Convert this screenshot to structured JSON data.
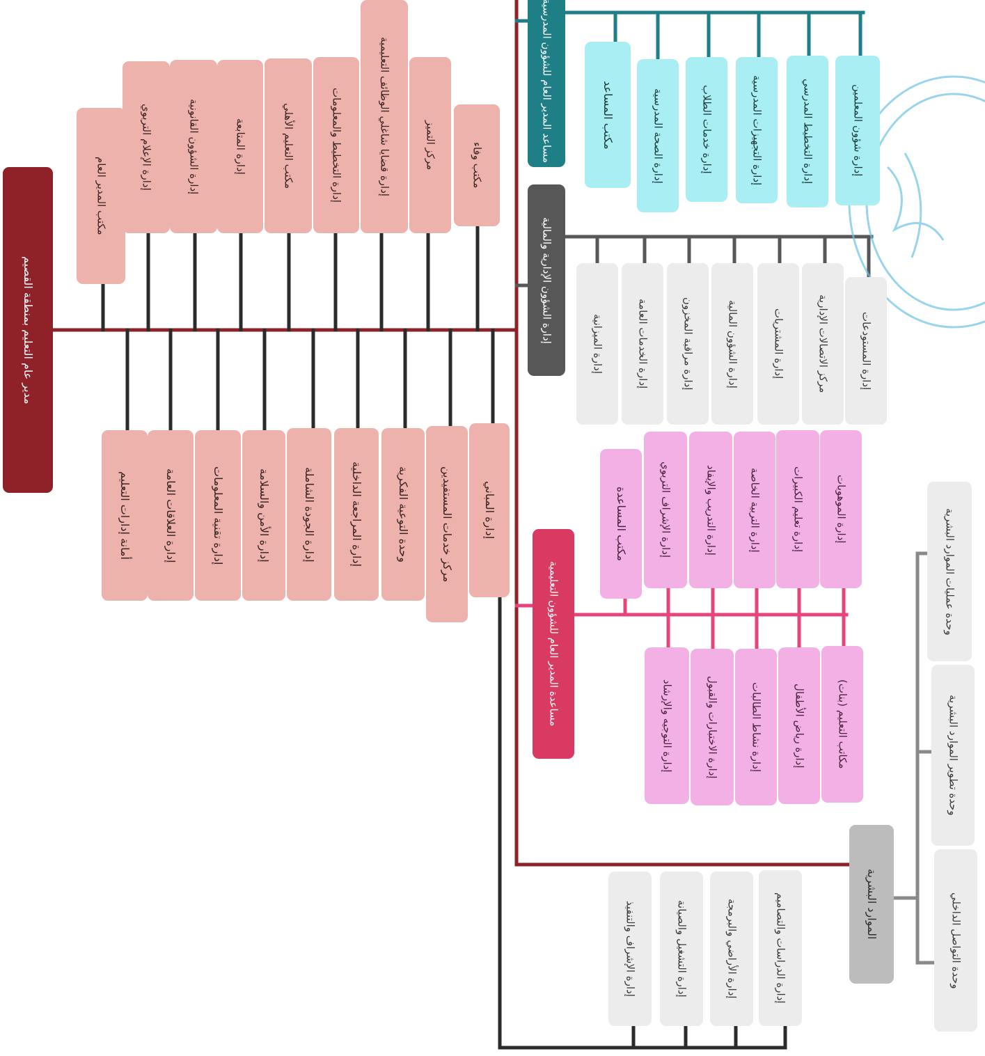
{
  "root": {
    "label": "مدير عام التعليم بمنطقة القصيم"
  },
  "top_offices": [
    "مكتب المدير العام",
    "إدارة الإعلام التربوي",
    "إدارة الشؤون القانونية",
    "إدارة المتابعة",
    "مكتب التعليم الأهلي",
    "إدارة التخطيط والمعلومات",
    "إدارة قضايا شاغلي الوظائف التعليمية",
    "مركز التميز",
    "مكتب وفاء"
  ],
  "bottom_offices": [
    "أمانة إدارات التعليم",
    "إدارة العلاقات العامة",
    "إدارة تقنية المعلومات",
    "إدارة الأمن والسلامة",
    "إدارة الجودة الشاملة",
    "إدارة المراجعة الداخلية",
    "وحدة التوعية الفكرية",
    "مركز خدمات المستفيدين",
    "إدارة المباني"
  ],
  "school_affairs": {
    "head": "مساعد المدير العام للشؤون المدرسية",
    "units": [
      "مكتب المساعد",
      "إدارة الصحة المدرسية",
      "إدارة خدمات الطلاب",
      "إدارة التجهيزات المدرسية",
      "إدارة التخطيط المدرسي",
      "إدارة شؤون المعلمين"
    ]
  },
  "admin_finance": {
    "head": "إدارة الشؤون الإدارية والمالية",
    "units": [
      "إدارة الميزانية",
      "إدارة الخدمات العامة",
      "إدارة مراقبة المخزون",
      "إدارة الشؤون المالية",
      "إدارة المشتريات",
      "مركز الاتصالات الإدارية",
      "إدارة المستودعات"
    ]
  },
  "education_affairs": {
    "head": "مساعدة المدير العام للشؤون التعليمية",
    "units_top": [
      "مكتب المساعدة",
      "إدارة الإشراف التربوي",
      "إدارة التدريب والإيفاد",
      "إدارة التربية الخاصة",
      "إدارة تعليم الكبيرات",
      "إدارة الموهوبات"
    ],
    "units_bottom": [
      "إدارة التوجيه والإرشاد",
      "إدارة الاختبارات والقبول",
      "إدارة نشاط الطالبات",
      "إدارة رياض الأطفال",
      "مكاتب التعليم (بنات)"
    ]
  },
  "human_resources": {
    "head": "الموارد البشرية",
    "units": [
      "وحدة عمليات الموارد البشرية",
      "وحدة تطوير الموارد البشرية",
      "وحدة التواصل الداخلي"
    ]
  },
  "buildings_units": [
    "إدارة الإشراف والتنفيذ",
    "إدارة التشغيل والصيانة",
    "إدارة الأراضي والبرمجة",
    "إدارة الدراسات والتصاميم"
  ],
  "colors": {
    "root": "#8f2128",
    "offices": "#eeb2ad",
    "school_head": "#1f7f86",
    "school_units": "#a8eef2",
    "admin_head": "#575757",
    "admin_units": "#ececec",
    "edu_head": "#d83a62",
    "edu_units": "#f3b0e5",
    "hr_head": "#bcbcbc",
    "stamp": "#6fc3e6"
  }
}
